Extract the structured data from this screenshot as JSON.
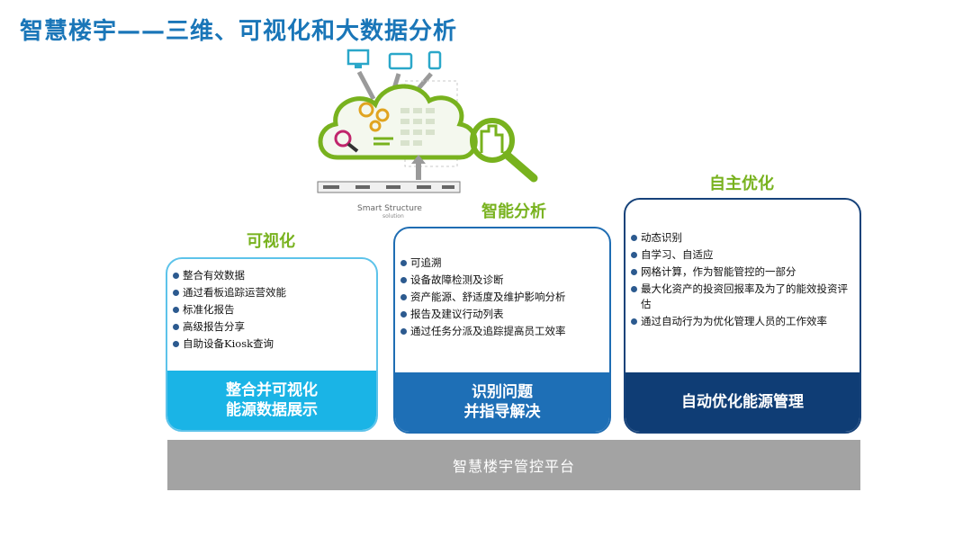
{
  "title": "智慧楼宇——三维、可视化和大数据分析",
  "colors": {
    "title": "#1a76b8",
    "green_label": "#78b21e",
    "card1_border": "#5dc3ea",
    "card1_band": "#1ab4e6",
    "card2_border": "#1f6db3",
    "card2_band": "#1e6fb6",
    "card3_border": "#16427a",
    "card3_band": "#0f3d75",
    "bullet": "#2c5a8f",
    "platform": "#a3a3a3"
  },
  "illustration": {
    "logo_text": "Smart Structure",
    "logo_sub": "solution",
    "icons": [
      "monitor-icon",
      "tablet-icon",
      "phone-icon",
      "gears-icon",
      "search-magnifier-icon",
      "building-search-icon",
      "cloud-icon"
    ]
  },
  "sections": [
    {
      "label": "可视化",
      "items": [
        "整合有效数据",
        "通过看板追踪运营效能",
        "标准化报告",
        "高级报告分享",
        "自助设备Kiosk查询"
      ],
      "band": "整合并可视化\n能源数据展示"
    },
    {
      "label": "智能分析",
      "items": [
        "可追溯",
        "设备故障检测及诊断",
        "资产能源、舒适度及维护影响分析",
        "报告及建议行动列表",
        "通过任务分派及追踪提高员工效率"
      ],
      "band": "识别问题\n并指导解决"
    },
    {
      "label": "自主优化",
      "items": [
        "动态识别",
        "自学习、自适应",
        "网格计算，作为智能管控的一部分",
        "最大化资产的投资回报率及为了的能效投资评估",
        "通过自动行为为优化管理人员的工作效率"
      ],
      "band": "自动优化能源管理"
    }
  ],
  "platform_label": "智慧楼宇管控平台"
}
